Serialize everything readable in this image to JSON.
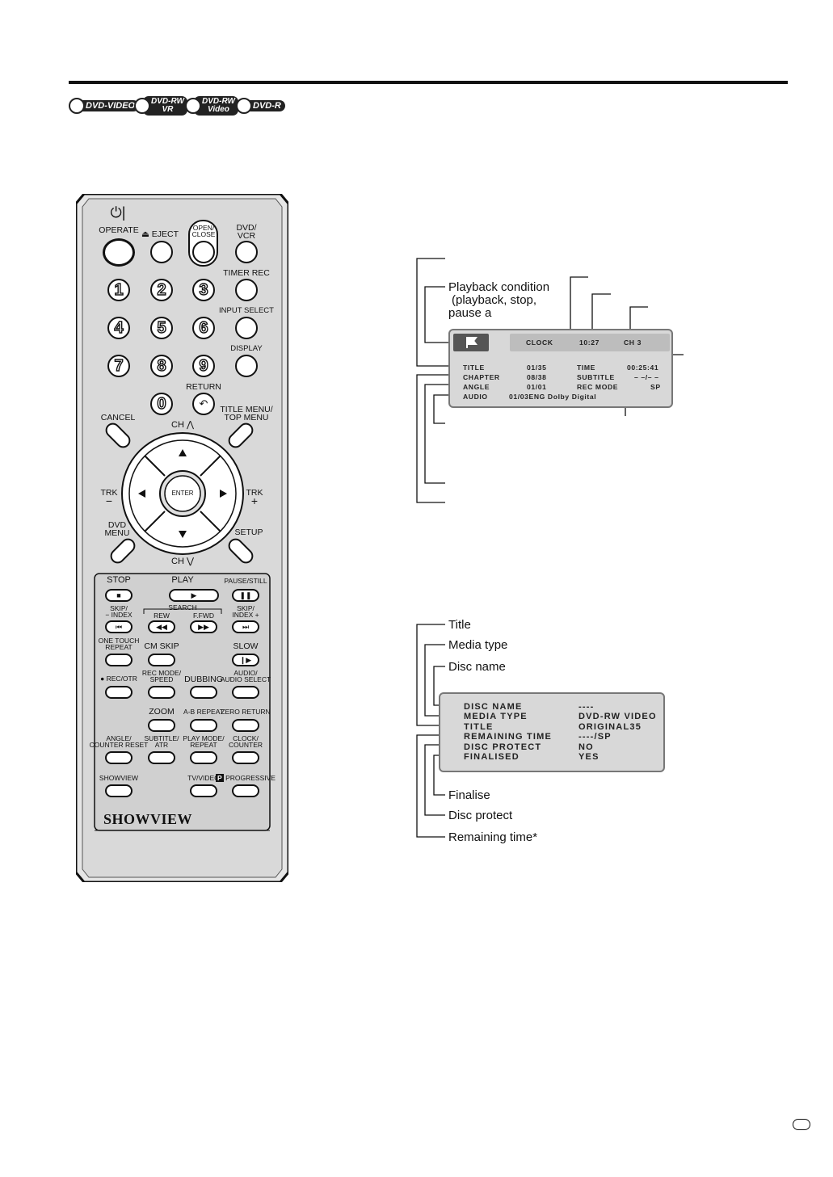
{
  "disc_logos": [
    {
      "line1": "DVD-VIDEO",
      "line2": ""
    },
    {
      "line1": "DVD-RW",
      "line2": "VR"
    },
    {
      "line1": "DVD-RW",
      "line2": "Video"
    },
    {
      "line1": "DVD-R",
      "line2": ""
    }
  ],
  "remote": {
    "operate": "OPERATE",
    "eject": "EJECT",
    "open_close_1": "OPEN/",
    "open_close_2": "CLOSE",
    "dvd_vcr_1": "DVD/",
    "dvd_vcr_2": "VCR",
    "timer_rec": "TIMER REC",
    "input_select": "INPUT SELECT",
    "display": "DISPLAY",
    "return": "RETURN",
    "numbers": [
      "1",
      "2",
      "3",
      "4",
      "5",
      "6",
      "7",
      "8",
      "9",
      "0"
    ],
    "cancel": "CANCEL",
    "title_menu_1": "TITLE MENU/",
    "title_menu_2": "TOP MENU",
    "ch_up": "CH ⋀",
    "ch_down": "CH ⋁",
    "trk": "TRK",
    "trk_minus": "−",
    "trk_plus": "+",
    "enter": "ENTER",
    "dvd_menu_1": "DVD",
    "dvd_menu_2": "MENU",
    "setup": "SETUP",
    "stop": "STOP",
    "play": "PLAY",
    "pause_still": "PAUSE/STILL",
    "skip_index_l1": "SKIP/",
    "skip_index_l2": "− INDEX",
    "search": "SEARCH",
    "rew": "REW",
    "ffwd": "F.FWD",
    "skip_index_r1": "SKIP/",
    "skip_index_r2": "INDEX +",
    "one_touch_1": "ONE TOUCH",
    "one_touch_2": "REPEAT",
    "cm_skip": "CM SKIP",
    "slow": "SLOW",
    "rec_otr": "REC/OTR",
    "rec_mode_1": "REC MODE/",
    "rec_mode_2": "SPEED",
    "dubbing": "DUBBING",
    "audio_1": "AUDIO/",
    "audio_2": "AUDIO SELECT",
    "zoom": "ZOOM",
    "ab_repeat": "A-B REPEAT",
    "zero_return": "ZERO RETURN",
    "angle_1": "ANGLE/",
    "angle_2": "COUNTER RESET",
    "subtitle_1": "SUBTITLE/",
    "subtitle_2": "ATR",
    "play_mode_1": "PLAY MODE/",
    "play_mode_2": "REPEAT",
    "clock_1": "CLOCK/",
    "clock_2": "COUNTER",
    "showview_small": "SHOWVIEW",
    "tv_video": "TV/VIDEO",
    "progressive_p": "P",
    "progressive": "PROGRESSIVE",
    "showview_logo": "SHOWVIEW"
  },
  "osd1": {
    "clock": "CLOCK",
    "time_value": "10:27",
    "channel": "CH 3",
    "rows": [
      {
        "label": "TITLE",
        "value": "01/35",
        "label2": "TIME",
        "value2": "00:25:41"
      },
      {
        "label": "CHAPTER",
        "value": "08/38",
        "label2": "SUBTITLE",
        "value2": "– –/– –"
      },
      {
        "label": "ANGLE",
        "value": "01/01",
        "label2": "REC MODE",
        "value2": "SP"
      },
      {
        "label": "AUDIO",
        "value": "01/03ENG Dolby Digital",
        "label2": "",
        "value2": ""
      }
    ],
    "callout_line1": "Playback condition",
    "callout_line2": "(playback, stop,",
    "callout_line3": "pause a"
  },
  "osd2": {
    "rows": [
      {
        "label": "DISC NAME",
        "value": "----"
      },
      {
        "label": "MEDIA TYPE",
        "value": "DVD-RW VIDEO"
      },
      {
        "label": "TITLE",
        "value": "ORIGINAL35"
      },
      {
        "label": "REMAINING TIME",
        "value": "----/SP"
      },
      {
        "label": "DISC PROTECT",
        "value": "NO"
      },
      {
        "label": "FINALISED",
        "value": "YES"
      }
    ],
    "callouts_top": [
      "Title",
      "Media type",
      "Disc name"
    ],
    "callouts_bottom": [
      "Finalise",
      "Disc protect",
      "Remaining time*"
    ]
  }
}
